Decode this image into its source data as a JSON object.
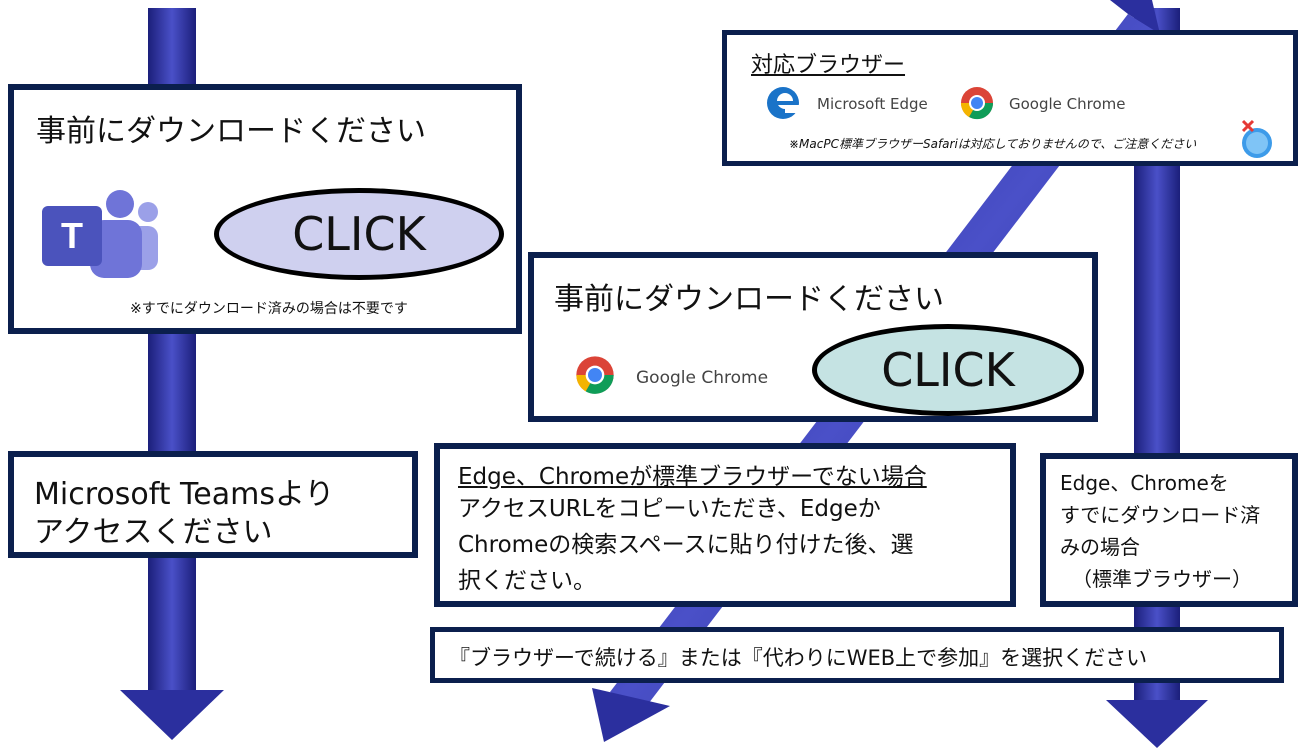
{
  "teams_panel": {
    "heading": "事前にダウンロードください",
    "button": "CLICK",
    "note": "※すでにダウンロード済みの場合は不要です"
  },
  "teams_step": {
    "line1": "Microsoft Teamsより",
    "line2": "アクセスください"
  },
  "browser_panel": {
    "heading": "対応ブラウザー",
    "edge": "Microsoft Edge",
    "chrome": "Google Chrome",
    "note": "※MacPC標準ブラウザーSafariは対応しておりませんので、ご注意ください"
  },
  "chrome_panel": {
    "heading": "事前にダウンロードください",
    "chrome": "Google Chrome",
    "button": "CLICK"
  },
  "not_default_step": {
    "line1": "Edge、Chromeが標準ブラウザーでない場合",
    "line2": "アクセスURLをコピーいただき、Edgeか",
    "line3": "Chromeの検索スペースに貼り付けた後、選",
    "line4": "択ください。"
  },
  "downloaded_step": {
    "line1": "Edge、Chromeを",
    "line2": "すでにダウンロード済",
    "line3": "みの場合",
    "line4": "（標準ブラウザー）"
  },
  "final_step": {
    "text": "『ブラウザーで続ける』または『代わりにWEB上で参加』を選択ください"
  },
  "colors": {
    "arrow": "#2b2f9e",
    "border": "#0b1f4d",
    "teams_button": "#cfd0ef",
    "chrome_button": "#c5e3e3"
  }
}
